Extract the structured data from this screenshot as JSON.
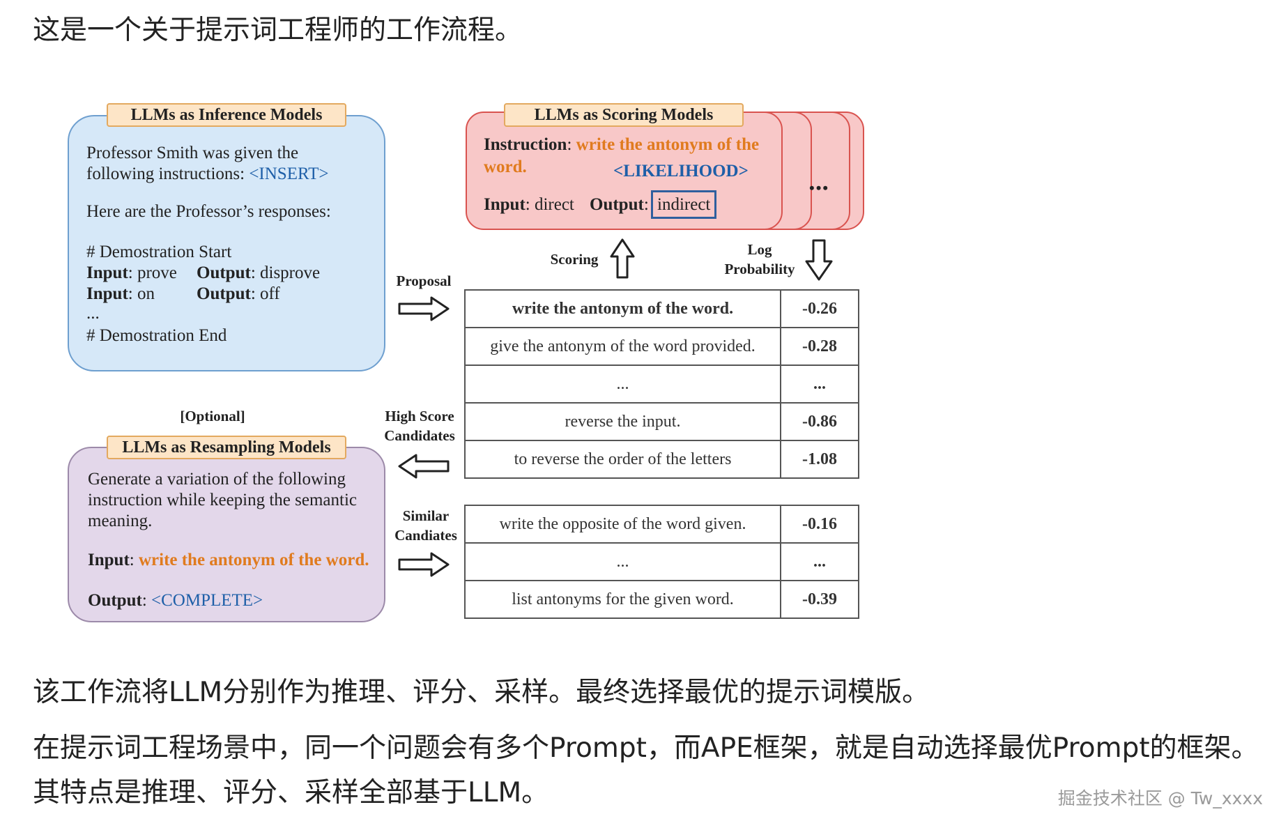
{
  "text": {
    "intro": "这是一个关于提示词工程师的工作流程。",
    "para1": "该工作流将LLM分别作为推理、评分、采样。最终选择最优的提示词模版。",
    "para2": "在提示词工程场景中，同一个问题会有多个Prompt，而APE框架，就是自动选择最优Prompt的框架。",
    "para3": "其特点是推理、评分、采样全部基于LLM。",
    "watermark": "掘金技术社区 @ Tw_xxxx"
  },
  "figure": {
    "inference": {
      "title": "LLMs as Inference Models",
      "line1": "Professor Smith was given the",
      "line2a": "following instructions: ",
      "line2b": "<INSERT>",
      "line3": "Here are the Professor’s responses:",
      "demo_start": "# Demostration Start",
      "input_label": "Input",
      "output_label": "Output",
      "in1": ": prove",
      "out1": ": disprove",
      "in2": ": on",
      "out2": ": off",
      "ellipsis": "...",
      "demo_end": "# Demostration End"
    },
    "scoring": {
      "title": "LLMs as Scoring Models",
      "instruction_label": "Instruction",
      "instruction_a": "write the antonym of the",
      "instruction_b": "word.",
      "likelihood": "<LIKELIHOOD>",
      "input_label": "Input",
      "input_value": ": direct",
      "output_label": "Output",
      "output_colon": ":",
      "output_value": "indirect",
      "more": "•••"
    },
    "resampling": {
      "optional": "[Optional]",
      "title": "LLMs as Resampling Models",
      "line1": "Generate a variation of the following",
      "line2": "instruction while keeping the semantic",
      "line3": "meaning.",
      "input_label": "Input",
      "input_colon": ": ",
      "input_value": "write the antonym of the word.",
      "output_label": "Output",
      "output_colon": ": ",
      "output_value": "<COMPLETE>"
    },
    "labels": {
      "proposal": "Proposal",
      "scoring": "Scoring",
      "log_prob_1": "Log",
      "log_prob_2": "Probability",
      "high_score_1": "High Score",
      "high_score_2": "Candidates",
      "similar_1": "Similar",
      "similar_2": "Candiates"
    },
    "candidates": [
      {
        "text": "write the antonym of the word.",
        "score": "-0.26"
      },
      {
        "text": "give the antonym of the word provided.",
        "score": "-0.28"
      },
      {
        "text": "...",
        "score": "..."
      },
      {
        "text": "reverse the input.",
        "score": "-0.86"
      },
      {
        "text": "to reverse the order of the letters",
        "score": "-1.08"
      }
    ],
    "similar": [
      {
        "text": "write the opposite of the word given.",
        "score": "-0.16"
      },
      {
        "text": "...",
        "score": "..."
      },
      {
        "text": "list antonyms for the given word.",
        "score": "-0.39"
      }
    ],
    "colors": {
      "inference_fill": "#d6e8f8",
      "inference_border": "#6e9fcf",
      "scoring_fill": "#f8c8c8",
      "scoring_border": "#d9534f",
      "resampling_fill": "#e3d7ea",
      "resampling_border": "#9c8aa9",
      "highlight_orange": "#e07b1e",
      "token_blue": "#1e5fa8",
      "score_green": "#2b8a2b",
      "score_red": "#b3121c"
    }
  }
}
